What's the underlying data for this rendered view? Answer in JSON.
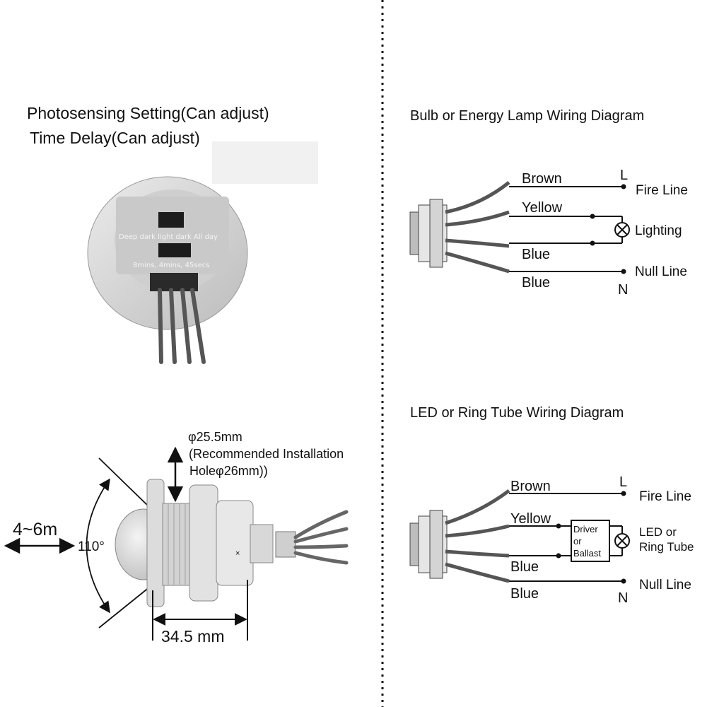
{
  "left_top": {
    "heading_1": "Photosensing Setting(Can adjust)",
    "heading_2": "Time Delay(Can adjust)",
    "switch_1_labels": "Deep dark  light dark  All day",
    "switch_2_labels": "8mins,  4mins,  45secs"
  },
  "left_bottom": {
    "range": "4~6m",
    "angle": "110°",
    "diameter": "φ25.5mm",
    "recommend_line_1": "(Recommended Installation",
    "recommend_line_2": "Holeφ26mm))",
    "length": "34.5 mm"
  },
  "bulb_diagram": {
    "title": "Bulb or Energy Lamp Wiring Diagram",
    "wire_brown": "Brown",
    "wire_yellow": "Yellow",
    "wire_blue_1": "Blue",
    "wire_blue_2": "Blue",
    "L": "L",
    "N": "N",
    "fire_line": "Fire Line",
    "lighting": "Lighting",
    "null_line": "Null Line"
  },
  "led_diagram": {
    "title": "LED or Ring Tube Wiring Diagram",
    "wire_brown": "Brown",
    "wire_yellow": "Yellow",
    "wire_blue_1": "Blue",
    "wire_blue_2": "Blue",
    "L": "L",
    "N": "N",
    "fire_line": "Fire Line",
    "driver_1": "Driver",
    "driver_2": "or",
    "driver_3": "Ballast",
    "led_1": "LED or",
    "led_2": "Ring Tube",
    "null_line": "Null Line"
  },
  "colors": {
    "ink": "#111111",
    "sensor_body": "#d9d9d9",
    "sensor_dark": "#2a2a2a"
  }
}
